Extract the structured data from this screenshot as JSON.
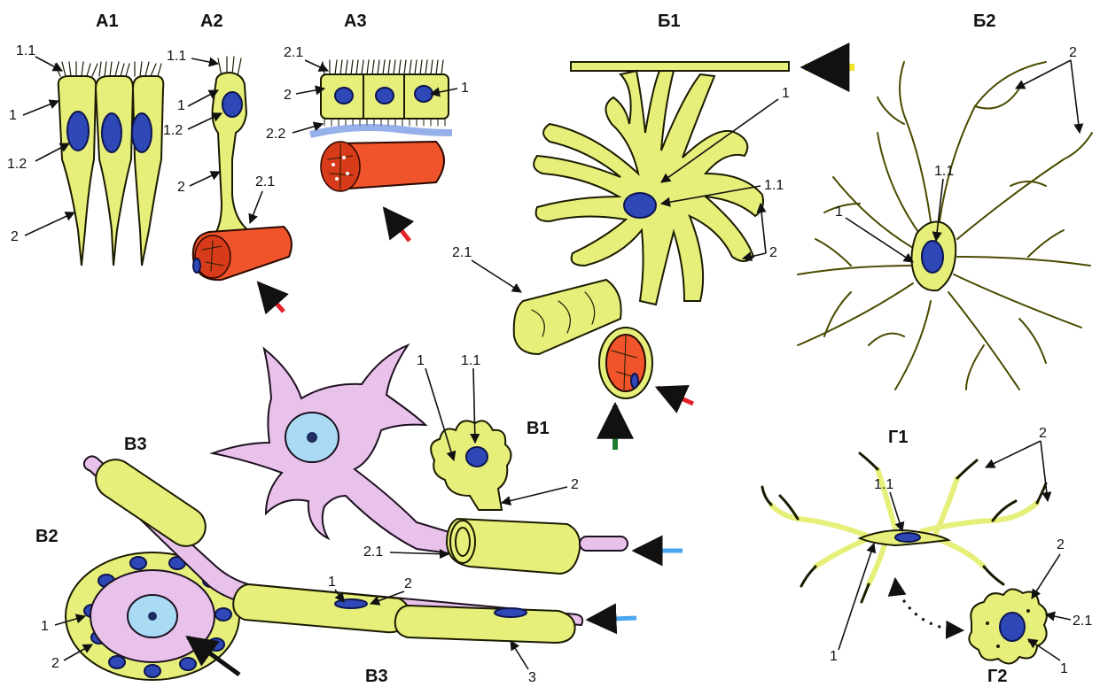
{
  "panels": {
    "a1": "А1",
    "a2": "А2",
    "a3": "А3",
    "b1": "Б1",
    "b2": "Б2",
    "v1": "В1",
    "v2": "В2",
    "v3_top": "В3",
    "v3_bottom": "В3",
    "g1": "Г1",
    "g2": "Г2"
  },
  "labels": {
    "a1": [
      "1.1",
      "1",
      "1.2",
      "2"
    ],
    "a2": [
      "1.1",
      "1",
      "1.2",
      "2",
      "2.1"
    ],
    "a3": [
      "2.1",
      "2",
      "1",
      "2.2"
    ],
    "b1": [
      "1",
      "1.1",
      "2",
      "2.1"
    ],
    "b2": [
      "2",
      "1.1",
      "1"
    ],
    "v1": [
      "1",
      "1.1",
      "2",
      "2.1"
    ],
    "v2": [
      "1",
      "2"
    ],
    "v3": [
      "1",
      "2",
      "3"
    ],
    "g1": [
      "2",
      "1.1",
      "1"
    ],
    "g2": [
      "2",
      "2.1",
      "1"
    ]
  },
  "colors": {
    "glia": "#e6ef7a",
    "nucleus": "#2f48b8",
    "vessel": "#f0542a",
    "neuron": "#e8c2ea",
    "neuron_nucleus": "#a9dcf4",
    "arrow_red": "#e8202a",
    "arrow_yellow": "#f2e22a",
    "arrow_green": "#1f7a2e",
    "arrow_blue": "#4aa6f0",
    "arrow_black": "#111111"
  }
}
